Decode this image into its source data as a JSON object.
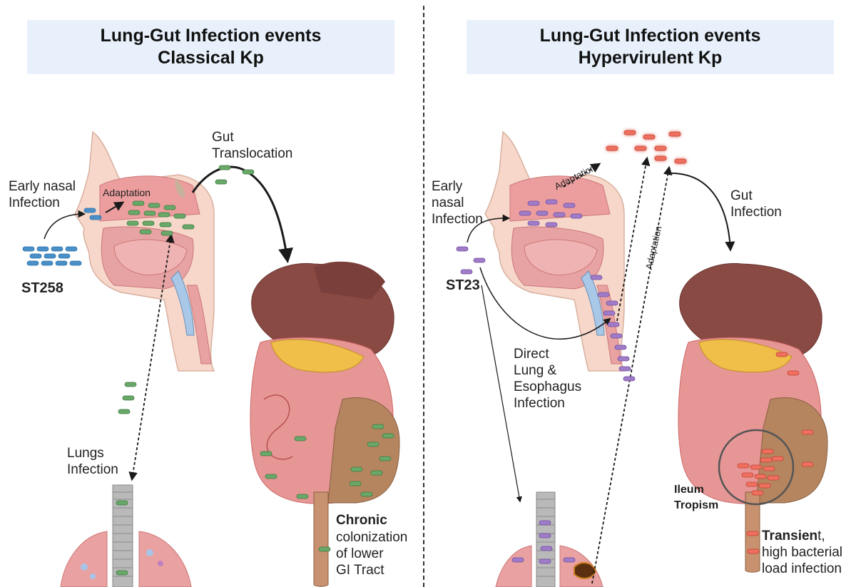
{
  "left": {
    "title_line1": "Lung-Gut Infection events",
    "title_line2": "Classical Kp",
    "label_nasal": "Early nasal\nInfection",
    "label_adaptation": "Adaptation",
    "label_gut": "Gut\nTranslocation",
    "label_strain": "ST258",
    "label_lungs": "Lungs\nInfection",
    "label_chronic_bold": "Chronic",
    "label_chronic_rest": "colonization\nof lower\nGI Tract"
  },
  "right": {
    "title_line1": "Lung-Gut Infection events",
    "title_line2": "Hypervirulent Kp",
    "label_nasal": "Early\nnasal\nInfection",
    "label_adaptation_top": "Adaptation",
    "label_adaptation_side": "Adaptation",
    "label_strain": "ST23",
    "label_gut": "Gut\nInfection",
    "label_direct": "Direct\nLung &\nEsophagus\nInfection",
    "label_ileum": "Ileum\nTropism",
    "label_transient_bold": "Transien",
    "label_transient_rest": "t,\nhigh bacterial\nload infection"
  },
  "colors": {
    "title_bg": "#e8f1fb",
    "classical_bacteria": "#6aa86a",
    "nasal_bacteria": "#4a90c8",
    "hypervirulent_bacteria": "#a07cc8",
    "hv_gut_bacteria": "#f07060",
    "tissue_pink": "#e8a0a0",
    "liver": "#8a4a44",
    "colon": "#b58560"
  }
}
